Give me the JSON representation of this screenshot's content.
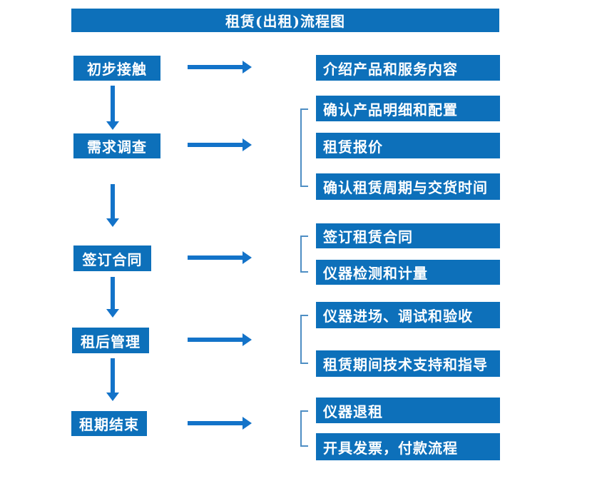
{
  "title": "租赁(出租)流程图",
  "colors": {
    "box_blue": "#0d70ba",
    "arrow_blue": "#1373c9",
    "bracket_blue": "#4e8ec4",
    "text_white": "#ffffff",
    "background": "#ffffff"
  },
  "steps": [
    {
      "label": "初步接触",
      "details": [
        "介绍产品和服务内容"
      ]
    },
    {
      "label": "需求调查",
      "details": [
        "确认产品明细和配置",
        "租赁报价",
        "确认租赁周期与交货时间"
      ]
    },
    {
      "label": "签订合同",
      "details": [
        "签订租赁合同",
        "仪器检测和计量"
      ]
    },
    {
      "label": "租后管理",
      "details": [
        "仪器进场、调试和验收",
        "租赁期间技术支持和指导"
      ]
    },
    {
      "label": "租期结束",
      "details": [
        "仪器退租",
        "开具发票，付款流程"
      ]
    }
  ]
}
